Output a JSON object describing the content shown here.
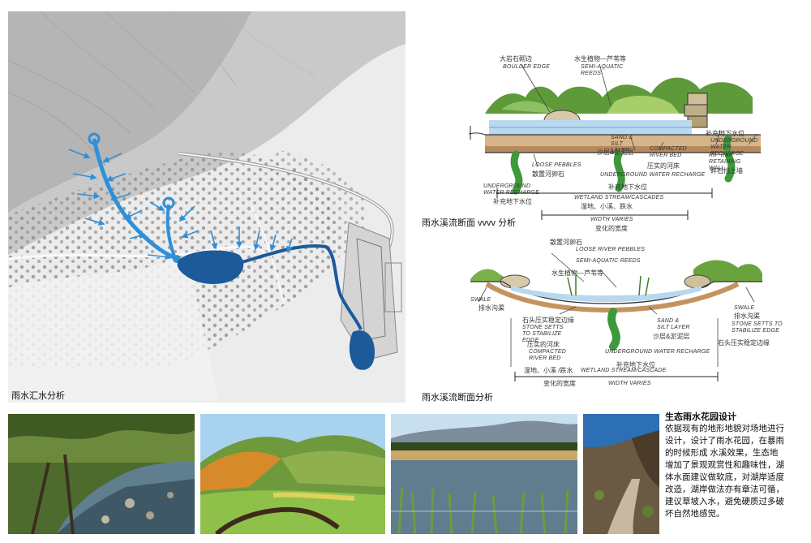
{
  "map": {
    "caption": "雨水汇水分析"
  },
  "section1": {
    "caption": "雨水溪流断面 vvvv 分析",
    "labels": {
      "boulder_cn": "大岩石砌边",
      "boulder_en": "BOULDER EDGE",
      "aquatic_cn": "水生植物—芦苇等",
      "aquatic_en": "SEMI-AQUATIC REEDS",
      "uwr_left_en": "UNDERGROUND WATER RECHARGE",
      "uwr_left_cn": "补充地下水位",
      "loose_en": "LOOSE PEBBLES",
      "loose_cn": "散置河卵石",
      "sandsilt_en": "SAND & SILT LAYER",
      "sandsilt_cn": "沙层&淤泥层",
      "uwr_mid_en": "UNDERGROUND WATER RECHARGE",
      "uwr_mid_cn": "补充地下水位",
      "compacted_en": "COMPACTED RIVER BED",
      "compacted_cn": "压实的河床",
      "uwr_right_cn": "补充地下水位",
      "uwr_right_en": "UNDERGROUND WATER RECHARGE",
      "riprap_en": "RIP-RAP RETAINING WALL",
      "riprap_cn": "碎石挡土墙",
      "wetland_en": "WETLAND STREAM/CASCADES",
      "wetland_cn": "湿地、小溪、跌水",
      "width_en": "WIDTH VARIES",
      "width_cn": "变化的宽度"
    }
  },
  "section2": {
    "caption": "雨水溪流断面分析",
    "labels": {
      "pebbles_cn": "散置河卵石",
      "pebbles_en": "LOOSE RIVER PEBBLES",
      "reeds_en": "SEMI-AQUATIC REEDS",
      "reeds_cn": "水生植物—芦苇等",
      "swale_left_en": "SWALE",
      "swale_left_cn": "排水沟渠",
      "stone_left_cn": "石头压实稳定边缘",
      "stone_left_en": "STONE SETTS TO STABILIZE EDGE",
      "compacted_cn": "压实的河床",
      "compacted_en": "COMPACTED RIVER BED",
      "uwr_en": "UNDERGROUND WATER RECHARGE",
      "uwr_cn": "补充地下水位",
      "sandsilt_en": "SAND & SILT LAYER",
      "sandsilt_cn": "沙层&淤泥层",
      "swale_right_en": "SWALE",
      "swale_right_cn": "排水沟渠",
      "stone_right_en": "STONE SETTS TO STABILIZE EDGE",
      "stone_right_cn": "石头压实稳定边缘",
      "wetland_cn": "湿地、小溪 /跌水",
      "wetland_en": "WETLAND STREAM/CASCADE",
      "width_cn": "变化的宽度",
      "width_en": "WIDTH VARIES"
    }
  },
  "description": {
    "title": "生态雨水花园设计",
    "lines": [
      "依据现有的地形地貌对场地进行",
      "设计，设计了雨水花园，在暴雨",
      "的时候形成  水溪效果，生态地",
      "增加了景观观赏性和趣味性，湖",
      "体水面建议做软底，对湖岸适度",
      "改造，湖岸做法亦有章法可循，",
      "建议草坡入水，避免硬质过多破",
      "坏自然地感觉。"
    ]
  },
  "colors": {
    "water_blue": "#1f64a8",
    "arrow_blue": "#2f8fd8",
    "pond_blue": "#1c5a9a"
  }
}
